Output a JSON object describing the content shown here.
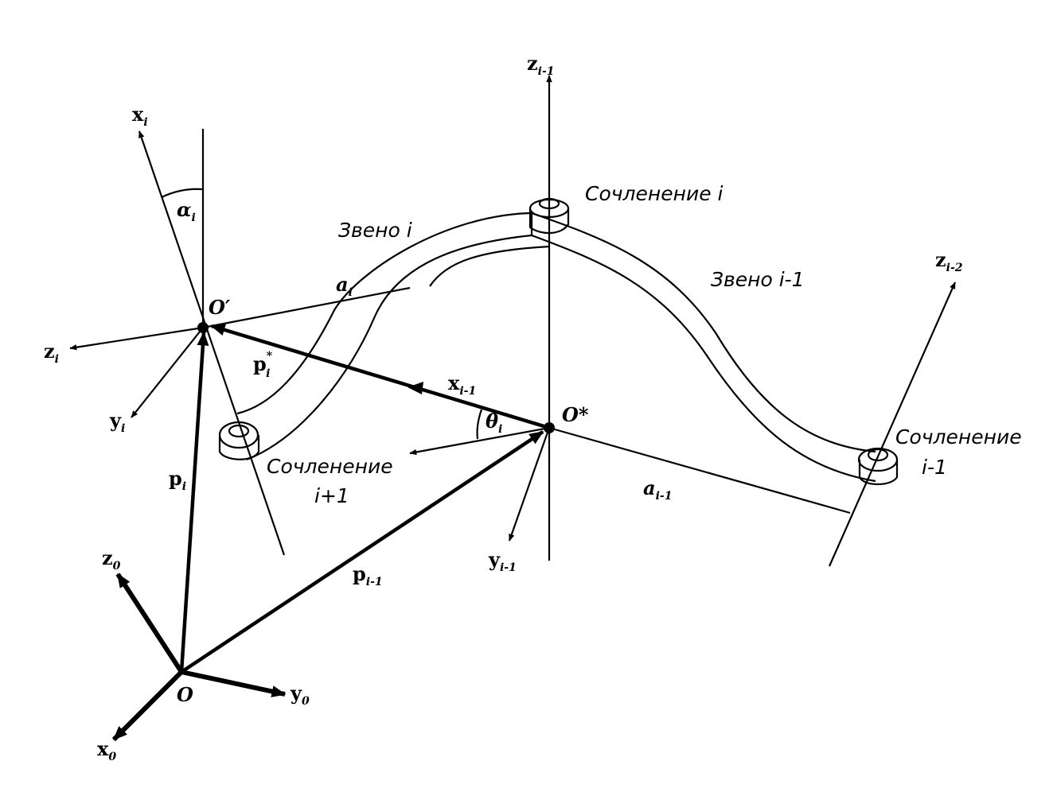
{
  "labels": {
    "x_i": "x",
    "x_i_sub": "i",
    "z_im1": "z",
    "z_im1_sub": "i-1",
    "z_im2": "z",
    "z_im2_sub": "i-2",
    "alpha_i": "α",
    "alpha_i_sub": "i",
    "a_i": "a",
    "a_i_sub": "i",
    "o_prime": "O′",
    "o_dprime": "O*",
    "z_i": "z",
    "z_i_sub": "i",
    "p_i_star": "p",
    "p_i_star_sub": "i",
    "p_i_star_sup": "*",
    "y_i": "y",
    "y_i_sub": "i",
    "x_im1": "x",
    "x_im1_sub": "i-1",
    "theta_i": "θ",
    "theta_i_sub": "i",
    "p_i": "p",
    "p_i_sub": "i",
    "a_im1": "a",
    "a_im1_sub": "i-1",
    "y_im1": "y",
    "y_im1_sub": "i-1",
    "p_im1": "p",
    "p_im1_sub": "i-1",
    "z0": "z",
    "z0_sub": "0",
    "y0": "y",
    "y0_sub": "0",
    "x0": "x",
    "x0_sub": "0",
    "origin": "O"
  },
  "annotations": {
    "joint_i": "Сочленение i",
    "link_i": "Звено i",
    "link_im1": "Звено i-1",
    "joint_im1_line1": "Сочленение",
    "joint_im1_line2": "i-1",
    "joint_ip1_line1": "Сочленение",
    "joint_ip1_line2": "i+1"
  }
}
